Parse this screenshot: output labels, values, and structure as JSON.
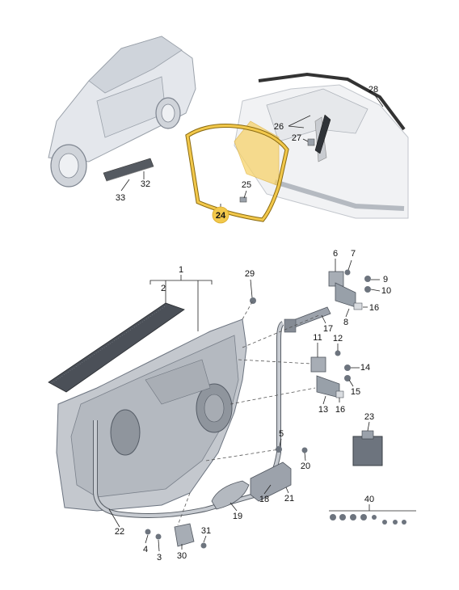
{
  "diagram": {
    "highlight_color": "#f2c84b",
    "callouts": [
      "1",
      "2",
      "3",
      "4",
      "5",
      "6",
      "7",
      "8",
      "9",
      "10",
      "11",
      "12",
      "13",
      "14",
      "15",
      "16",
      "16",
      "17",
      "18",
      "19",
      "20",
      "21",
      "22",
      "23",
      "24",
      "25",
      "26",
      "27",
      "28",
      "29",
      "30",
      "31",
      "32",
      "33",
      "40"
    ],
    "highlighted_callout": "24"
  }
}
